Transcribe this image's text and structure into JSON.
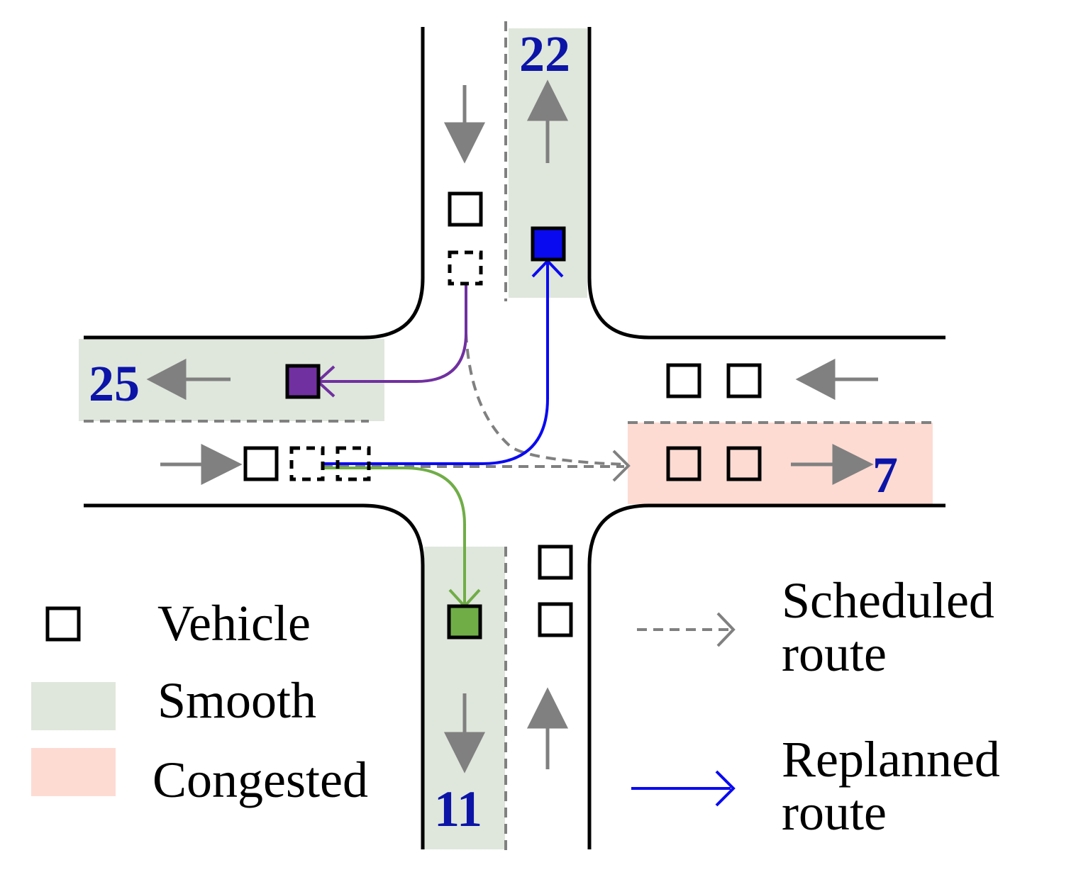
{
  "roads": {
    "north_exit_label": "22",
    "west_exit_label": "25",
    "east_exit_label": "7",
    "south_exit_label": "11"
  },
  "legend": {
    "vehicle": "Vehicle",
    "smooth": "Smooth",
    "congested": "Congested",
    "scheduled_line1": "Scheduled",
    "scheduled_line2": "route",
    "replanned_line1": "Replanned",
    "replanned_line2": "route"
  },
  "colors": {
    "smooth": "#dfe7dc",
    "congested": "#fddbd3",
    "label": "#0c14a8",
    "replanned": "#0a0af0",
    "purple": "#7030a0",
    "green": "#70ad47",
    "arrow_gray": "#808080"
  }
}
